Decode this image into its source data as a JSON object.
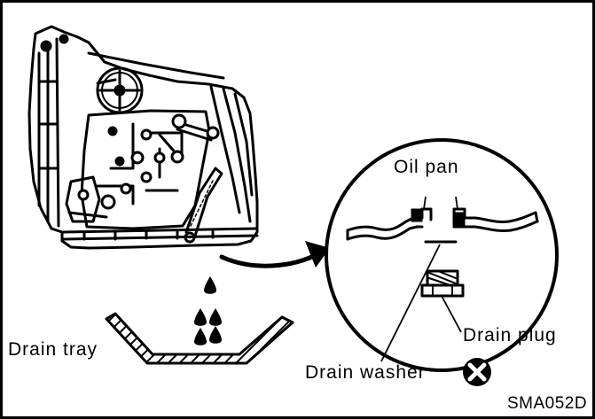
{
  "labels": {
    "oil_pan": "Oil pan",
    "drain_plug": "Drain plug",
    "drain_tray": "Drain tray",
    "drain_washer": "Drain washer",
    "figure_code": "SMA052D"
  },
  "icons": {
    "replace_part_mark": "x-circle-icon"
  },
  "colors": {
    "ink": "#000000",
    "paper": "#ffffff"
  }
}
